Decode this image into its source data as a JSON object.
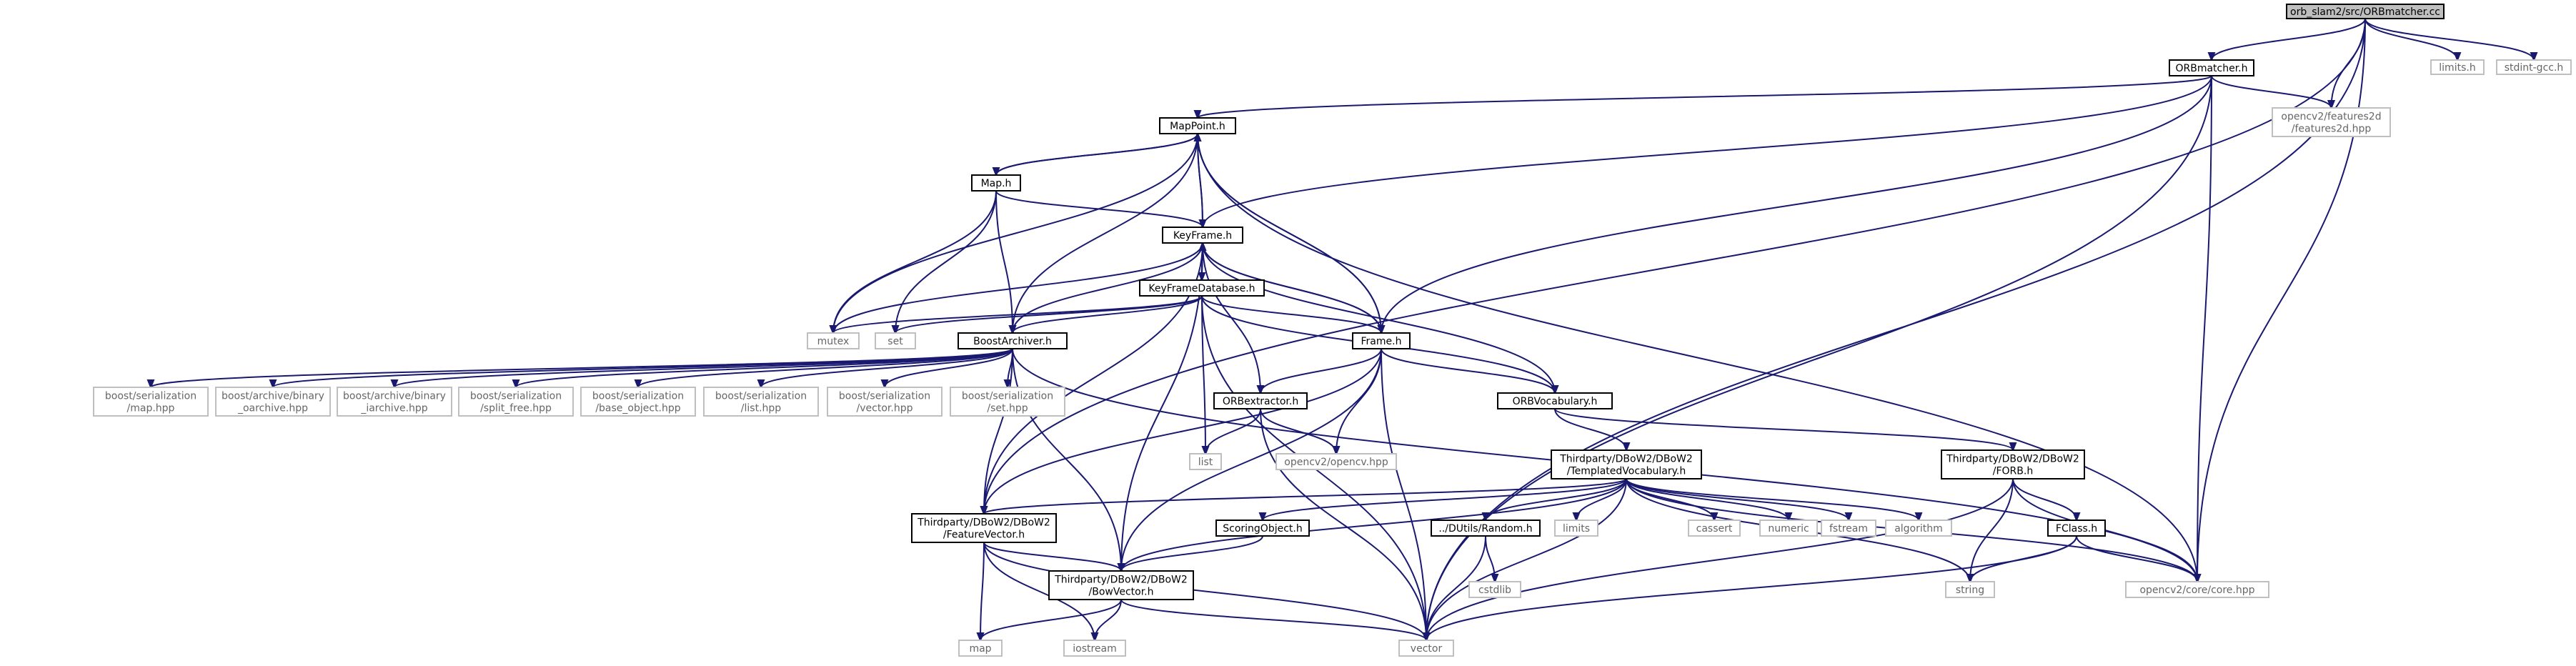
{
  "nodes": [
    {
      "id": "root",
      "kind": "root",
      "lines": [
        "orb_slam2/src/ORBmatcher.cc"
      ]
    },
    {
      "id": "ormatcher_h",
      "kind": "internal",
      "lines": [
        "ORBmatcher.h"
      ]
    },
    {
      "id": "limits_h",
      "kind": "external",
      "lines": [
        "limits.h"
      ]
    },
    {
      "id": "stdint_gcc",
      "kind": "external",
      "lines": [
        "stdint-gcc.h"
      ]
    },
    {
      "id": "features2d",
      "kind": "external",
      "lines": [
        "opencv2/features2d",
        "/features2d.hpp"
      ]
    },
    {
      "id": "mappoint",
      "kind": "internal",
      "lines": [
        "MapPoint.h"
      ]
    },
    {
      "id": "map_h",
      "kind": "internal",
      "lines": [
        "Map.h"
      ]
    },
    {
      "id": "keyframe",
      "kind": "internal",
      "lines": [
        "KeyFrame.h"
      ]
    },
    {
      "id": "kfdb",
      "kind": "internal",
      "lines": [
        "KeyFrameDatabase.h"
      ]
    },
    {
      "id": "mutex",
      "kind": "external",
      "lines": [
        "mutex"
      ]
    },
    {
      "id": "set",
      "kind": "external",
      "lines": [
        "set"
      ]
    },
    {
      "id": "boostarch",
      "kind": "internal",
      "lines": [
        "BoostArchiver.h"
      ]
    },
    {
      "id": "frame",
      "kind": "internal",
      "lines": [
        "Frame.h"
      ]
    },
    {
      "id": "b_map",
      "kind": "external",
      "lines": [
        "boost/serialization",
        "/map.hpp"
      ]
    },
    {
      "id": "b_oarch",
      "kind": "external",
      "lines": [
        "boost/archive/binary",
        "_oarchive.hpp"
      ]
    },
    {
      "id": "b_iarch",
      "kind": "external",
      "lines": [
        "boost/archive/binary",
        "_iarchive.hpp"
      ]
    },
    {
      "id": "b_split",
      "kind": "external",
      "lines": [
        "boost/serialization",
        "/split_free.hpp"
      ]
    },
    {
      "id": "b_base",
      "kind": "external",
      "lines": [
        "boost/serialization",
        "/base_object.hpp"
      ]
    },
    {
      "id": "b_list",
      "kind": "external",
      "lines": [
        "boost/serialization",
        "/list.hpp"
      ]
    },
    {
      "id": "b_vector",
      "kind": "external",
      "lines": [
        "boost/serialization",
        "/vector.hpp"
      ]
    },
    {
      "id": "b_set",
      "kind": "external",
      "lines": [
        "boost/serialization",
        "/set.hpp"
      ]
    },
    {
      "id": "orbextractor",
      "kind": "internal",
      "lines": [
        "ORBextractor.h"
      ]
    },
    {
      "id": "orbvocab",
      "kind": "internal",
      "lines": [
        "ORBVocabulary.h"
      ]
    },
    {
      "id": "list",
      "kind": "external",
      "lines": [
        "list"
      ]
    },
    {
      "id": "opencv_hpp",
      "kind": "external",
      "lines": [
        "opencv2/opencv.hpp"
      ]
    },
    {
      "id": "templvocab",
      "kind": "internal",
      "lines": [
        "Thirdparty/DBoW2/DBoW2",
        "/TemplatedVocabulary.h"
      ]
    },
    {
      "id": "forb",
      "kind": "internal",
      "lines": [
        "Thirdparty/DBoW2/DBoW2",
        "/FORB.h"
      ]
    },
    {
      "id": "featvec",
      "kind": "internal",
      "lines": [
        "Thirdparty/DBoW2/DBoW2",
        "/FeatureVector.h"
      ]
    },
    {
      "id": "scoring",
      "kind": "internal",
      "lines": [
        "ScoringObject.h"
      ]
    },
    {
      "id": "random_h",
      "kind": "internal",
      "lines": [
        "../DUtils/Random.h"
      ]
    },
    {
      "id": "limits",
      "kind": "external",
      "lines": [
        "limits"
      ]
    },
    {
      "id": "cassert",
      "kind": "external",
      "lines": [
        "cassert"
      ]
    },
    {
      "id": "numeric",
      "kind": "external",
      "lines": [
        "numeric"
      ]
    },
    {
      "id": "fstream",
      "kind": "external",
      "lines": [
        "fstream"
      ]
    },
    {
      "id": "algorithm",
      "kind": "external",
      "lines": [
        "algorithm"
      ]
    },
    {
      "id": "fclass",
      "kind": "internal",
      "lines": [
        "FClass.h"
      ]
    },
    {
      "id": "core_hpp",
      "kind": "external",
      "lines": [
        "opencv2/core/core.hpp"
      ]
    },
    {
      "id": "string",
      "kind": "external",
      "lines": [
        "string"
      ]
    },
    {
      "id": "cstdlib",
      "kind": "external",
      "lines": [
        "cstdlib"
      ]
    },
    {
      "id": "bowvec",
      "kind": "internal",
      "lines": [
        "Thirdparty/DBoW2/DBoW2",
        "/BowVector.h"
      ]
    },
    {
      "id": "map_std",
      "kind": "external",
      "lines": [
        "map"
      ]
    },
    {
      "id": "iostream",
      "kind": "external",
      "lines": [
        "iostream"
      ]
    },
    {
      "id": "vector",
      "kind": "external",
      "lines": [
        "vector"
      ]
    }
  ],
  "edges": [
    [
      "root",
      "ormatcher_h"
    ],
    [
      "root",
      "limits_h"
    ],
    [
      "root",
      "stdint_gcc"
    ],
    [
      "root",
      "features2d"
    ],
    [
      "root",
      "core_hpp"
    ],
    [
      "root",
      "featvec"
    ],
    [
      "root",
      "vector"
    ],
    [
      "ormatcher_h",
      "mappoint"
    ],
    [
      "ormatcher_h",
      "keyframe"
    ],
    [
      "ormatcher_h",
      "frame"
    ],
    [
      "ormatcher_h",
      "features2d"
    ],
    [
      "ormatcher_h",
      "core_hpp"
    ],
    [
      "ormatcher_h",
      "vector"
    ],
    [
      "mappoint",
      "map_h"
    ],
    [
      "mappoint",
      "keyframe"
    ],
    [
      "mappoint",
      "frame"
    ],
    [
      "mappoint",
      "mutex"
    ],
    [
      "mappoint",
      "boostarch"
    ],
    [
      "mappoint",
      "core_hpp"
    ],
    [
      "map_h",
      "mappoint"
    ],
    [
      "map_h",
      "keyframe"
    ],
    [
      "map_h",
      "mutex"
    ],
    [
      "map_h",
      "set"
    ],
    [
      "map_h",
      "boostarch"
    ],
    [
      "keyframe",
      "mappoint"
    ],
    [
      "keyframe",
      "kfdb"
    ],
    [
      "keyframe",
      "frame"
    ],
    [
      "keyframe",
      "orbextractor"
    ],
    [
      "keyframe",
      "orbvocab"
    ],
    [
      "keyframe",
      "mutex"
    ],
    [
      "keyframe",
      "boostarch"
    ],
    [
      "keyframe",
      "featvec"
    ],
    [
      "keyframe",
      "bowvec"
    ],
    [
      "kfdb",
      "keyframe"
    ],
    [
      "kfdb",
      "frame"
    ],
    [
      "kfdb",
      "orbvocab"
    ],
    [
      "kfdb",
      "mutex"
    ],
    [
      "kfdb",
      "set"
    ],
    [
      "kfdb",
      "list"
    ],
    [
      "kfdb",
      "boostarch"
    ],
    [
      "kfdb",
      "vector"
    ],
    [
      "boostarch",
      "b_map"
    ],
    [
      "boostarch",
      "b_oarch"
    ],
    [
      "boostarch",
      "b_iarch"
    ],
    [
      "boostarch",
      "b_split"
    ],
    [
      "boostarch",
      "b_base"
    ],
    [
      "boostarch",
      "b_list"
    ],
    [
      "boostarch",
      "b_vector"
    ],
    [
      "boostarch",
      "b_set"
    ],
    [
      "boostarch",
      "core_hpp"
    ],
    [
      "boostarch",
      "featvec"
    ],
    [
      "boostarch",
      "bowvec"
    ],
    [
      "frame",
      "mappoint"
    ],
    [
      "frame",
      "keyframe"
    ],
    [
      "frame",
      "orbvocab"
    ],
    [
      "frame",
      "orbextractor"
    ],
    [
      "frame",
      "opencv_hpp"
    ],
    [
      "frame",
      "featvec"
    ],
    [
      "frame",
      "bowvec"
    ],
    [
      "frame",
      "vector"
    ],
    [
      "orbextractor",
      "list"
    ],
    [
      "orbextractor",
      "opencv_hpp"
    ],
    [
      "orbextractor",
      "vector"
    ],
    [
      "orbvocab",
      "templvocab"
    ],
    [
      "orbvocab",
      "forb"
    ],
    [
      "templvocab",
      "featvec"
    ],
    [
      "templvocab",
      "bowvec"
    ],
    [
      "templvocab",
      "scoring"
    ],
    [
      "templvocab",
      "random_h"
    ],
    [
      "templvocab",
      "limits"
    ],
    [
      "templvocab",
      "cassert"
    ],
    [
      "templvocab",
      "numeric"
    ],
    [
      "templvocab",
      "fstream"
    ],
    [
      "templvocab",
      "algorithm"
    ],
    [
      "templvocab",
      "string"
    ],
    [
      "templvocab",
      "core_hpp"
    ],
    [
      "templvocab",
      "vector"
    ],
    [
      "forb",
      "fclass"
    ],
    [
      "forb",
      "core_hpp"
    ],
    [
      "forb",
      "string"
    ],
    [
      "forb",
      "vector"
    ],
    [
      "fclass",
      "core_hpp"
    ],
    [
      "fclass",
      "string"
    ],
    [
      "fclass",
      "vector"
    ],
    [
      "featvec",
      "bowvec"
    ],
    [
      "featvec",
      "map_std"
    ],
    [
      "featvec",
      "iostream"
    ],
    [
      "featvec",
      "vector"
    ],
    [
      "scoring",
      "bowvec"
    ],
    [
      "random_h",
      "cstdlib"
    ],
    [
      "random_h",
      "vector"
    ],
    [
      "bowvec",
      "map_std"
    ],
    [
      "bowvec",
      "iostream"
    ],
    [
      "bowvec",
      "vector"
    ]
  ]
}
